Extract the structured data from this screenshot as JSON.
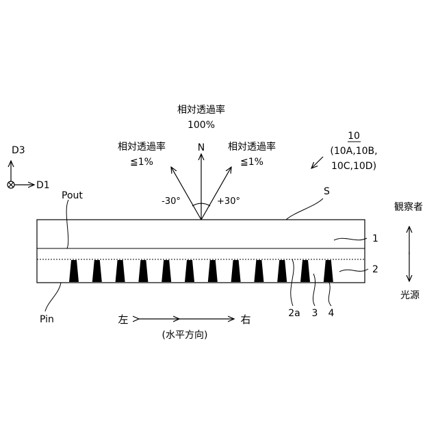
{
  "labels": {
    "center_title_line1": "相対透過率",
    "center_title_line2": "100%",
    "left_title_line1": "相対透過率",
    "left_title_line2": "≦1%",
    "right_title_line1": "相対透過率",
    "right_title_line2": "≦1%",
    "normal": "N",
    "angle_left": "-30°",
    "angle_right": "+30°",
    "ref_main": "10",
    "ref_variants_line1": "(10A,10B,",
    "ref_variants_line2": "10C,10D)",
    "axis_d3": "D3",
    "axis_d1": "D1",
    "pout": "Pout",
    "pin": "Pin",
    "surface_s": "S",
    "viewer": "観察者",
    "light_source": "光源",
    "ref_1": "1",
    "ref_2": "2",
    "ref_2a": "2a",
    "ref_3": "3",
    "ref_4": "4",
    "left": "左",
    "right": "右",
    "horizontal_direction": "(水平方向)"
  },
  "colors": {
    "ink": "#000000",
    "background": "#ffffff"
  }
}
